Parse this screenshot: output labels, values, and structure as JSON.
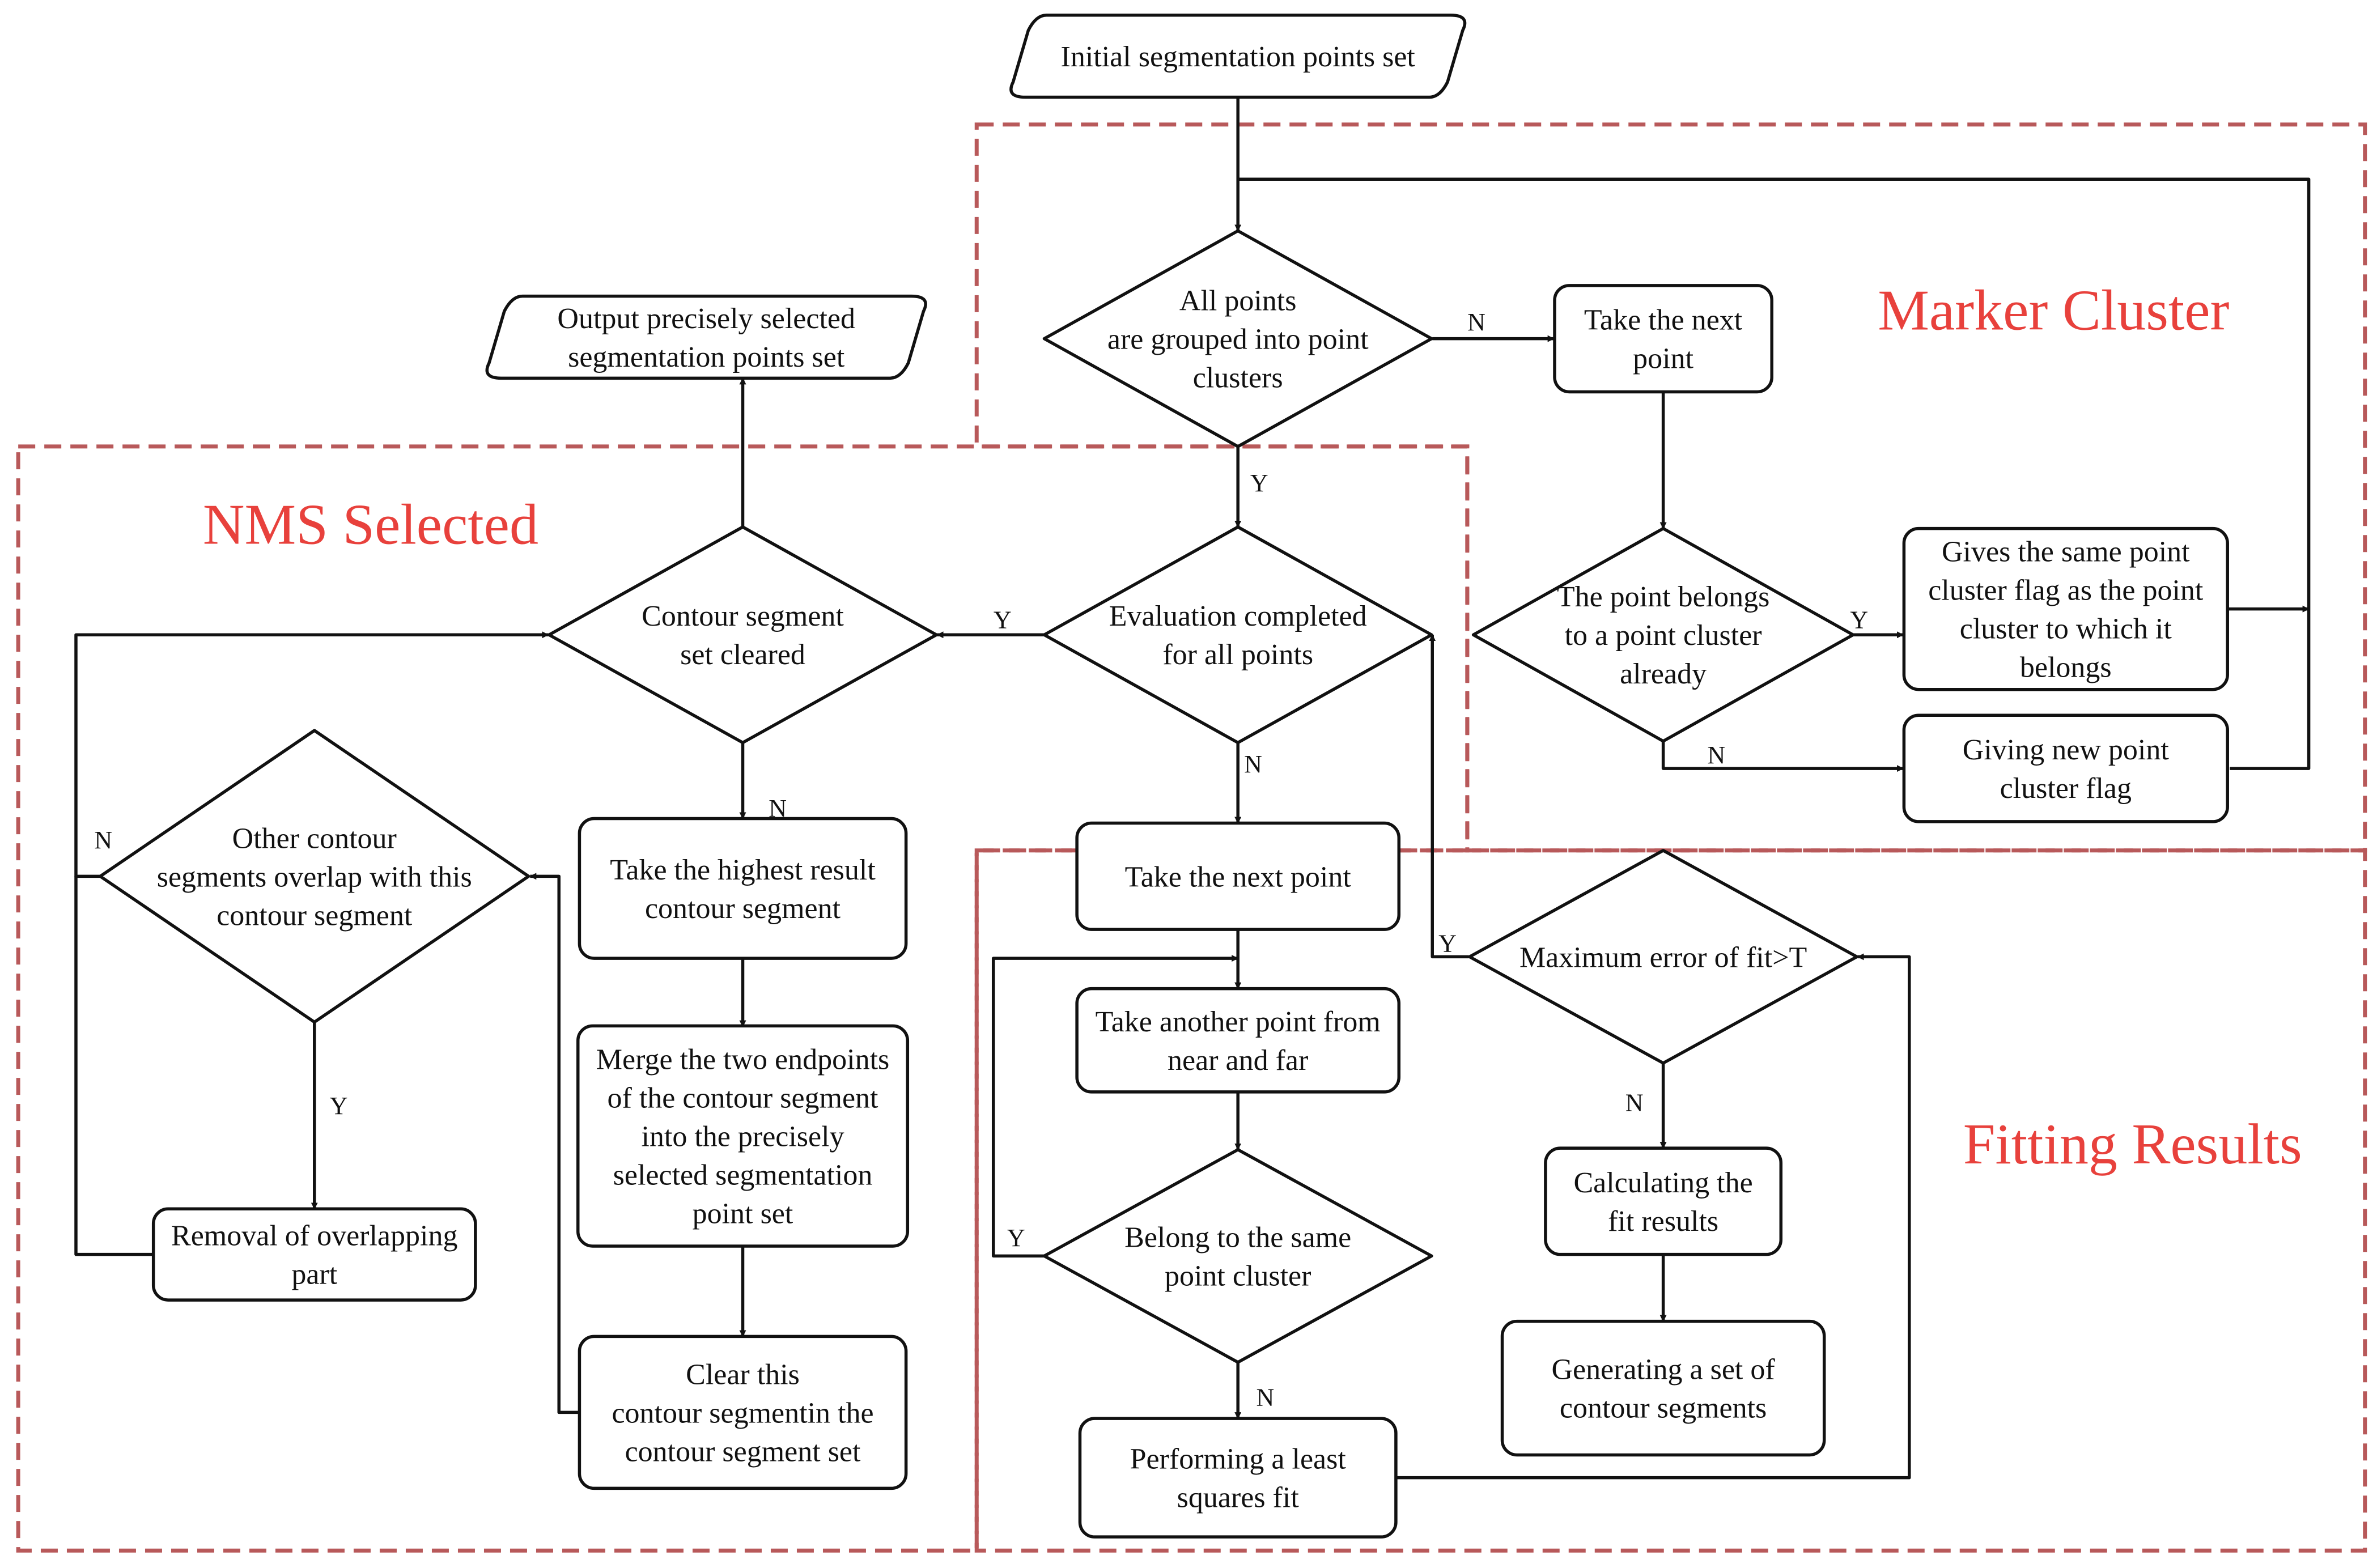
{
  "colors": {
    "line": "#111111",
    "region_border": "#b8595a",
    "region_title": "#e8413c"
  },
  "regions": {
    "marker_cluster": "Marker Cluster",
    "nms_selected": "NMS Selected",
    "fitting_results": "Fitting Results"
  },
  "nodes": {
    "initial_set": [
      "Initial segmentation  points set"
    ],
    "output_set": [
      "Output precisely selected",
      "segmentation points set"
    ],
    "all_grouped": [
      "All points",
      "are grouped into point",
      "clusters"
    ],
    "take_next_point_top": [
      "Take the next",
      "point"
    ],
    "belongs_cluster": [
      "The point belongs",
      "to a point cluster",
      "already"
    ],
    "same_flag": [
      "Gives the same point",
      "cluster flag as the point",
      "cluster to which it",
      "belongs"
    ],
    "new_flag": [
      "Giving new point",
      "cluster flag"
    ],
    "eval_completed": [
      "Evaluation completed",
      "for all  points"
    ],
    "contour_cleared": [
      "Contour segment",
      "set cleared"
    ],
    "take_highest": [
      "Take the highest result",
      "contour segment"
    ],
    "merge_endpoints": [
      "Merge the two endpoints",
      "of the contour segment",
      "into the precisely",
      "selected segmentation",
      "point set"
    ],
    "clear_segment": [
      "Clear this",
      "contour segmentin the",
      "contour segment set"
    ],
    "overlap_check": [
      "Other contour",
      "segments overlap with this",
      "contour segment"
    ],
    "removal": [
      "Removal of overlapping",
      "part"
    ],
    "take_next_point_mid": [
      "Take the next point"
    ],
    "take_another": [
      "Take another point from",
      "near and far"
    ],
    "same_cluster": [
      "Belong to the same",
      "point cluster"
    ],
    "least_squares": [
      "Performing a least",
      "squares fit"
    ],
    "max_error": [
      "Maximum error of fit>T"
    ],
    "calc_fit": [
      "Calculating the",
      "fit results"
    ],
    "generate_set": [
      "Generating a set of",
      "contour segments"
    ]
  },
  "edge_labels": {
    "all_grouped_no": "N",
    "all_grouped_yes": "Y",
    "belongs_yes": "Y",
    "belongs_no": "N",
    "eval_yes": "Y",
    "eval_no": "N",
    "cleared_no": "N",
    "overlap_no": "N",
    "overlap_yes": "Y",
    "same_cluster_yes": "Y",
    "same_cluster_no": "N",
    "max_error_yes": "Y",
    "max_error_no": "N"
  }
}
